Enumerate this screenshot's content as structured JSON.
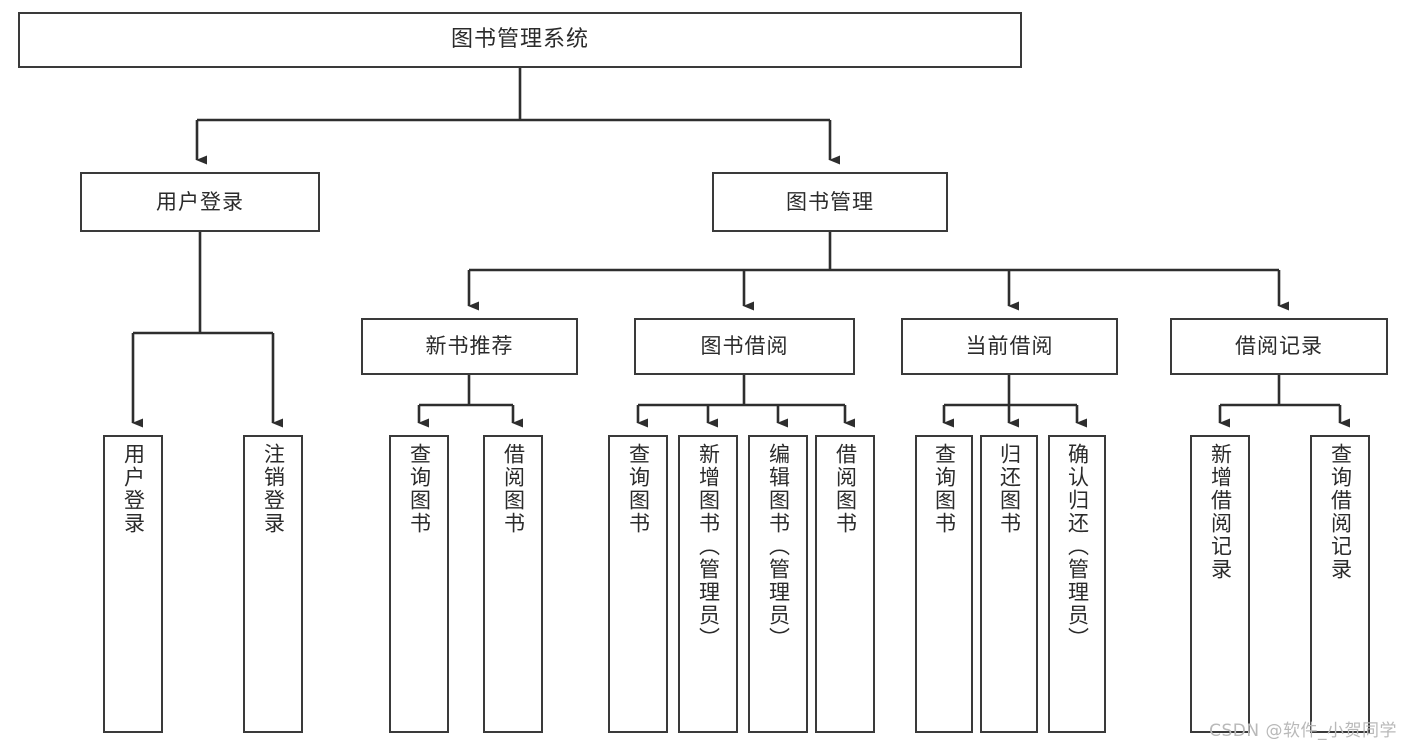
{
  "diagram": {
    "type": "tree",
    "title": "图书管理系统",
    "orientation": "top-down",
    "colors": {
      "box_stroke": "#3a3a3a",
      "box_fill": "#ffffff",
      "edge": "#2e2e2e",
      "text": "#2b2b2b",
      "watermark": "#b9b9b9",
      "background": "#ffffff"
    },
    "root": {
      "label": "图书管理系统",
      "children": [
        {
          "label": "用户登录",
          "children": [
            {
              "label": "用户登录"
            },
            {
              "label": "注销登录"
            }
          ]
        },
        {
          "label": "图书管理",
          "children": [
            {
              "label": "新书推荐",
              "children": [
                {
                  "label": "查询图书"
                },
                {
                  "label": "借阅图书"
                }
              ]
            },
            {
              "label": "图书借阅",
              "children": [
                {
                  "label": "查询图书"
                },
                {
                  "label": "新增图书（管理员）"
                },
                {
                  "label": "编辑图书（管理员）"
                },
                {
                  "label": "借阅图书"
                }
              ]
            },
            {
              "label": "当前借阅",
              "children": [
                {
                  "label": "查询图书"
                },
                {
                  "label": "归还图书"
                },
                {
                  "label": "确认归还（管理员）"
                }
              ]
            },
            {
              "label": "借阅记录",
              "children": [
                {
                  "label": "新增借阅记录"
                },
                {
                  "label": "查询借阅记录"
                }
              ]
            }
          ]
        }
      ]
    }
  },
  "nodes": {
    "root": "图书管理系统",
    "user_login": "用户登录",
    "book_manage": "图书管理",
    "new_book_rec": "新书推荐",
    "book_borrow": "图书借阅",
    "current_borrow": "当前借阅",
    "borrow_record": "借阅记录",
    "leaf_user_login": "用户登录",
    "leaf_logout": "注销登录",
    "leaf_query_book_1": "查询图书",
    "leaf_borrow_book_1": "借阅图书",
    "leaf_query_book_2": "查询图书",
    "leaf_add_book": "新增图书（管理员）",
    "leaf_edit_book": "编辑图书（管理员）",
    "leaf_borrow_book_2": "借阅图书",
    "leaf_query_book_3": "查询图书",
    "leaf_return_book": "归还图书",
    "leaf_confirm_return": "确认归还（管理员）",
    "leaf_add_record": "新增借阅记录",
    "leaf_query_record": "查询借阅记录"
  },
  "watermark": {
    "text": "CSDN @软件_小贺同学"
  }
}
